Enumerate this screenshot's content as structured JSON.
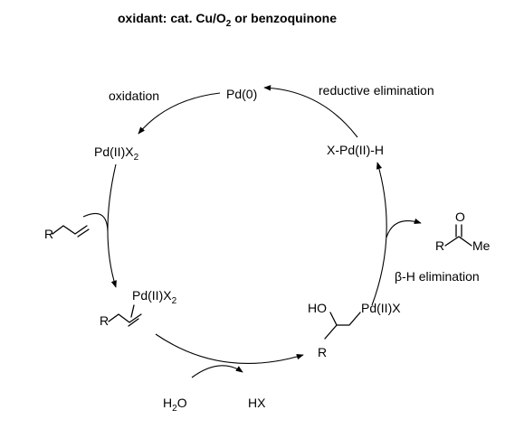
{
  "title": {
    "main": "oxidant: cat. Cu/O",
    "sub": "2",
    "rest": " or benzoquinone"
  },
  "species": {
    "pd0": "Pd(0)",
    "pdx2": {
      "main": "Pd(II)X",
      "sub": "2"
    },
    "hydride": "X-Pd(II)-H",
    "alkene_r": "R",
    "complex": {
      "pd_main": "Pd(II)X",
      "pd_sub": "2",
      "r": "R"
    },
    "alkyl": {
      "ho": "HO",
      "pd": "Pd(II)X",
      "r": "R"
    },
    "ketone": {
      "o": "O",
      "r": "R",
      "me": "Me"
    },
    "water": {
      "h": "H",
      "sub": "2",
      "o": "O"
    },
    "hx": "HX"
  },
  "steps": {
    "oxidation": "oxidation",
    "reductive_elimination": "reductive elimination",
    "beta_h_elimination": "β-H elimination"
  }
}
